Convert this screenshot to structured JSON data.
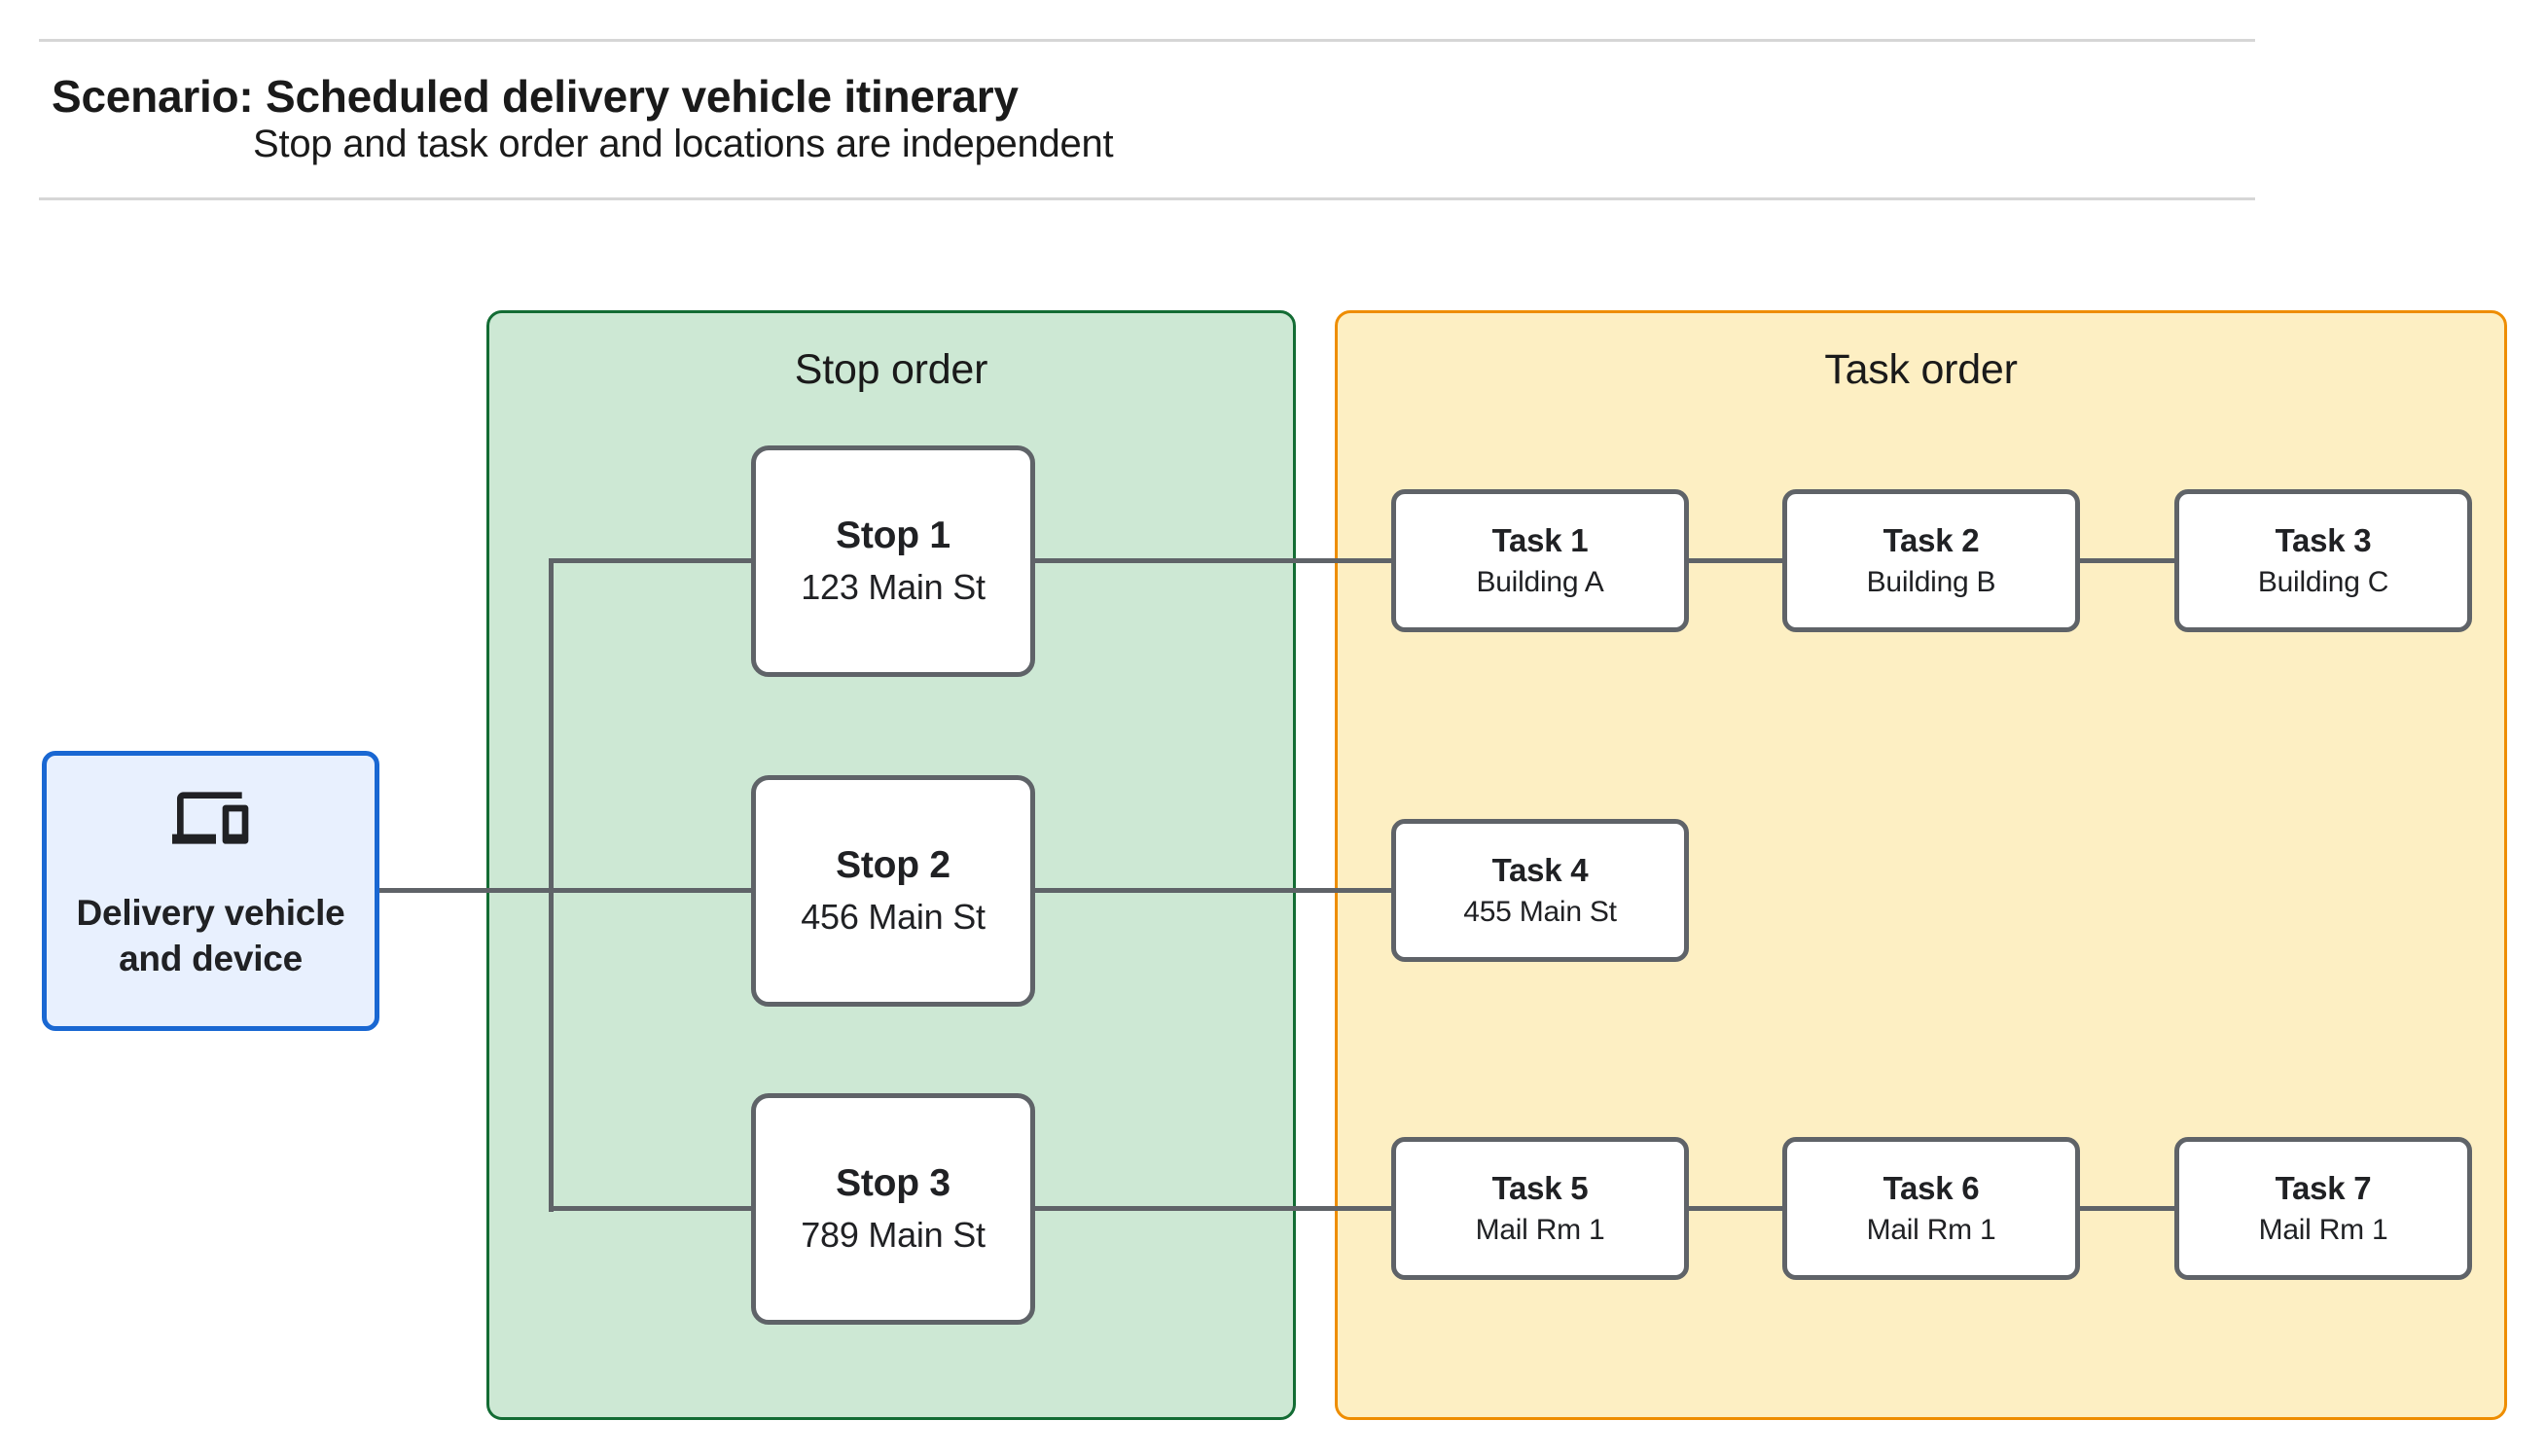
{
  "colors": {
    "accent_blue_border": "#1967D2",
    "accent_blue_fill": "#E8F0FE",
    "green_border": "#136C34",
    "green_fill": "#CDE8D4",
    "orange_border": "#EE8D00",
    "orange_fill": "#FDEFC3",
    "node_border_gray": "#5F6368",
    "connector_gray": "#5F6368",
    "text_dark": "#202124",
    "hairline_gray": "#D6D6D6"
  },
  "header": {
    "title": "Scenario: Scheduled delivery vehicle itinerary",
    "subtitle": "Stop and task order and locations are independent"
  },
  "vehicle": {
    "icon": "devices-icon",
    "label_lines": [
      "Delivery vehicle",
      "and device"
    ]
  },
  "stop_group": {
    "title": "Stop order",
    "stops": [
      {
        "name": "Stop 1",
        "location": "123 Main St"
      },
      {
        "name": "Stop 2",
        "location": "456 Main St"
      },
      {
        "name": "Stop 3",
        "location": "789 Main St"
      }
    ]
  },
  "task_group": {
    "title": "Task order",
    "tasks": [
      {
        "name": "Task 1",
        "location": "Building A"
      },
      {
        "name": "Task 2",
        "location": "Building B"
      },
      {
        "name": "Task 3",
        "location": "Building C"
      },
      {
        "name": "Task 4",
        "location": "455 Main St"
      },
      {
        "name": "Task 5",
        "location": "Mail Rm 1"
      },
      {
        "name": "Task 6",
        "location": "Mail Rm 1"
      },
      {
        "name": "Task 7",
        "location": "Mail Rm 1"
      }
    ]
  }
}
